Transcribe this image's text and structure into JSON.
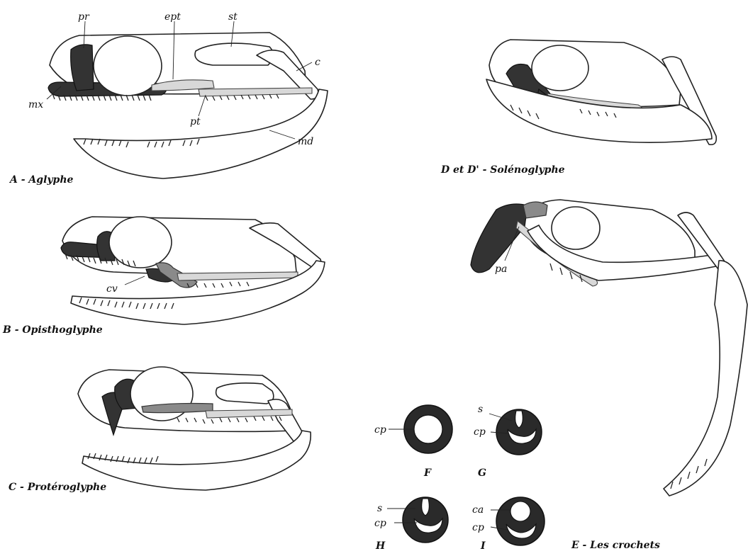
{
  "captions": {
    "a": "A - Aglyphe",
    "b": "B - Opisthoglyphe",
    "c": "C - Protéroglyphe",
    "d": "D et D' - Solénoglyphe",
    "e": "E - Les crochets"
  },
  "labels": {
    "pr": "pr",
    "ept": "ept",
    "st": "st",
    "c": "c",
    "mx": "mx",
    "pt": "pt",
    "md": "md",
    "cv": "cv",
    "pa": "pa",
    "cp_f": "cp",
    "s_g": "s",
    "cp_g": "cp",
    "s_h": "s",
    "cp_h": "cp",
    "ca_i": "ca",
    "cp_i": "cp"
  },
  "sections": {
    "f": "F",
    "g": "G",
    "h": "H",
    "i": "I"
  }
}
